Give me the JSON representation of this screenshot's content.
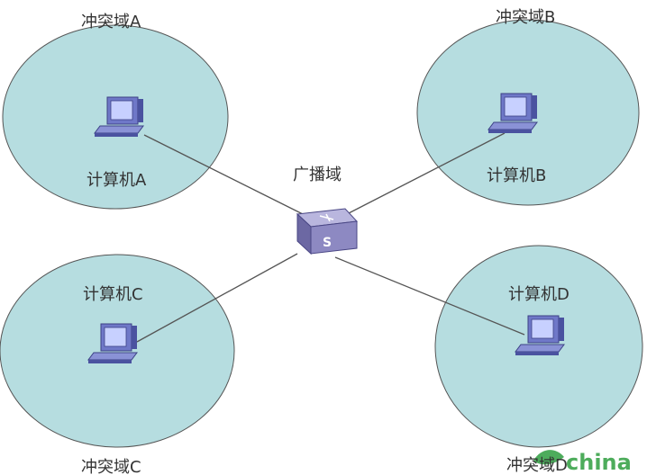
{
  "domains": [
    {
      "id": "a",
      "domain_label": "冲突域A",
      "computer_label": "计算机A"
    },
    {
      "id": "b",
      "domain_label": "冲突域B",
      "computer_label": "计算机B"
    },
    {
      "id": "c",
      "domain_label": "冲突域C",
      "computer_label": "计算机C"
    },
    {
      "id": "d",
      "domain_label": "冲突域D",
      "computer_label": "计算机D"
    }
  ],
  "broadcast_label": "广播域",
  "switch_label": "S",
  "watermark": "china",
  "colors": {
    "domain_fill": "#b6dde0",
    "domain_stroke": "#555555",
    "link": "#555555",
    "switch_top": "#b9b6de",
    "switch_front": "#8d89c2",
    "switch_side": "#6c68a3",
    "pc_body": "#6f78c8",
    "pc_screen": "#c7d0ff",
    "watermark": "#2e9e3f"
  }
}
